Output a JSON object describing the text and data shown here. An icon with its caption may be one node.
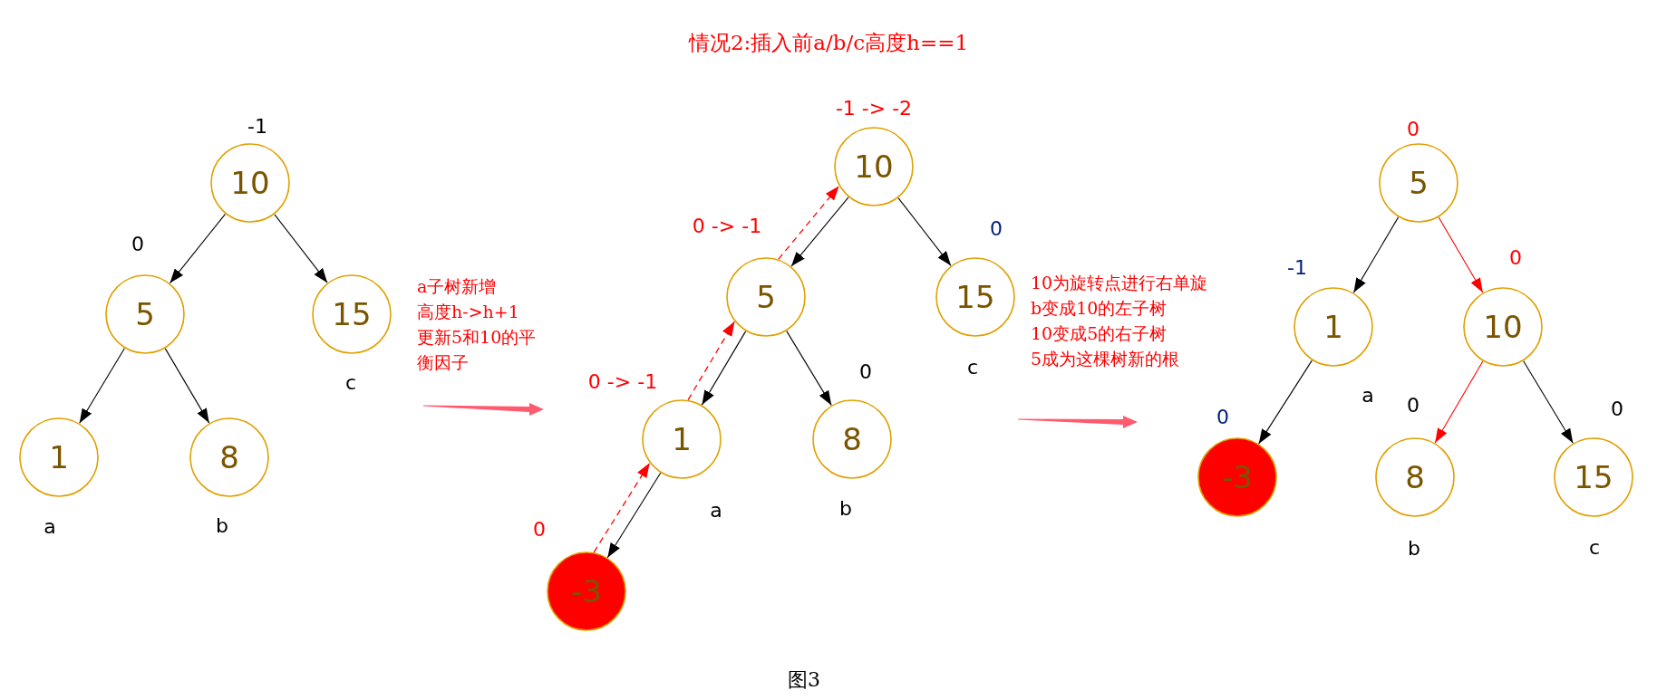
{
  "diagram": {
    "title": "情况2:插入前a/b/c高度h==1",
    "caption": "图3",
    "nodes": [
      {
        "text": [
          "10"
        ],
        "beside": [
          "-1"
        ]
      },
      {
        "text": [
          "5"
        ],
        "beside": [
          "0"
        ]
      },
      {
        "text": [
          "15"
        ],
        "beside": [
          "c"
        ]
      },
      {
        "text": [
          "1"
        ],
        "beside": [
          "a"
        ]
      },
      {
        "text": [
          "8"
        ],
        "beside": [
          "b"
        ]
      },
      {
        "text": [
          "10"
        ],
        "beside": [
          "-1 -> -2"
        ]
      },
      {
        "text": [
          "5"
        ],
        "beside": [
          "0 -> -1"
        ]
      },
      {
        "text": [
          "15"
        ],
        "beside": [
          "0",
          "c"
        ]
      },
      {
        "text": [
          "1"
        ],
        "beside": [
          "0 -> -1",
          "a"
        ]
      },
      {
        "text": [
          "8"
        ],
        "beside": [
          "0",
          "b"
        ]
      },
      {
        "text": [
          "-3"
        ],
        "beside": [
          "0"
        ]
      },
      {
        "text": [
          "5"
        ],
        "beside": [
          "0"
        ]
      },
      {
        "text": [
          "1"
        ],
        "beside": [
          "-1",
          "a"
        ]
      },
      {
        "text": [
          "10"
        ],
        "beside": [
          "0"
        ]
      },
      {
        "text": [
          "-3"
        ],
        "beside": [
          "0"
        ]
      },
      {
        "text": [
          "8"
        ],
        "beside": [
          "0",
          "b"
        ]
      },
      {
        "text": [
          "15"
        ],
        "beside": [
          "0",
          "c"
        ]
      }
    ],
    "edges": [
      {
        "from": 0,
        "to": 1,
        "arrow": "to"
      },
      {
        "from": 0,
        "to": 2,
        "arrow": "to"
      },
      {
        "from": 1,
        "to": 3,
        "arrow": "to"
      },
      {
        "from": 1,
        "to": 4,
        "arrow": "to"
      },
      {
        "from": 5,
        "to": 6,
        "arrow": "to"
      },
      {
        "from": 5,
        "to": 7,
        "arrow": "to"
      },
      {
        "from": 6,
        "to": 8,
        "arrow": "to"
      },
      {
        "from": 6,
        "to": 9,
        "arrow": "to"
      },
      {
        "from": 8,
        "to": 10,
        "arrow": "to"
      },
      {
        "from": 10,
        "to": 8,
        "arrow": "to",
        "style": "dashed",
        "color": "#ff0000"
      },
      {
        "from": 8,
        "to": 6,
        "arrow": "to",
        "style": "dashed",
        "color": "#ff0000"
      },
      {
        "from": 6,
        "to": 5,
        "arrow": "to",
        "style": "dashed",
        "color": "#ff0000"
      },
      {
        "from": 11,
        "to": 12,
        "arrow": "to"
      },
      {
        "from": 11,
        "to": 13,
        "arrow": "to",
        "color": "#ff0000"
      },
      {
        "from": 12,
        "to": 14,
        "arrow": "to"
      },
      {
        "from": 13,
        "to": 15,
        "arrow": "to",
        "color": "#ff0000"
      },
      {
        "from": 13,
        "to": 16,
        "arrow": "to"
      }
    ],
    "labels": [
      "a子树新增",
      "高度h->h+1",
      "更新5和10的平衡因子",
      "10为旋转点进行右单旋",
      "b变成10的左子树",
      "10变成5的右子树",
      "5成为这棵树新的根"
    ]
  }
}
